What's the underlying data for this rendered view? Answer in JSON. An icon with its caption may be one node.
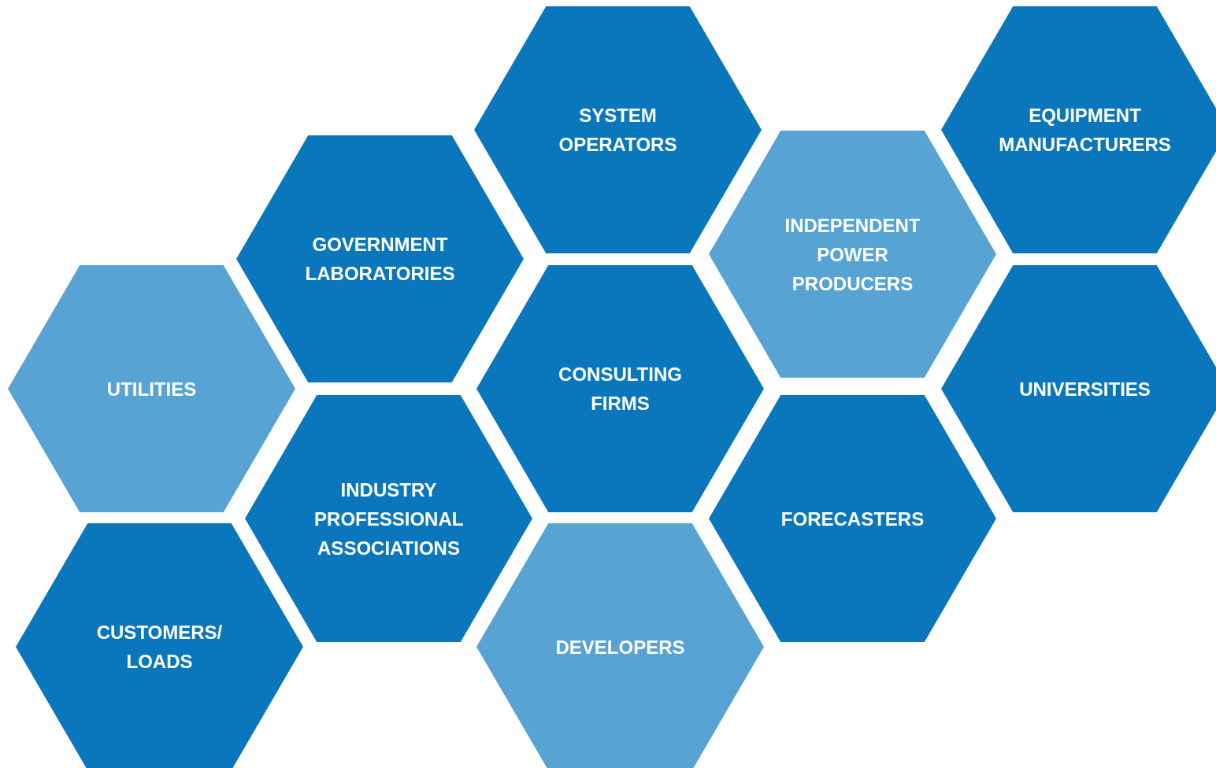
{
  "diagram": {
    "nodes": [
      {
        "text": [
          "SYSTEM OPERATORS"
        ]
      },
      {
        "text": [
          "EQUIPMENT MANUFACTURERS"
        ]
      },
      {
        "text": [
          "GOVERNMENT LABORATORIES"
        ]
      },
      {
        "text": [
          "INDEPENDENT POWER PRODUCERS"
        ]
      },
      {
        "text": [
          "UTILITIES"
        ]
      },
      {
        "text": [
          "CONSULTING FIRMS"
        ]
      },
      {
        "text": [
          "UNIVERSITIES"
        ]
      },
      {
        "text": [
          "INDUSTRY PROFESSIONAL ASSOCIATIONS"
        ]
      },
      {
        "text": [
          "FORECASTERS"
        ]
      },
      {
        "text": [
          "CUSTOMERS/ LOADS"
        ]
      },
      {
        "text": [
          "DEVELOPERS"
        ]
      }
    ]
  }
}
